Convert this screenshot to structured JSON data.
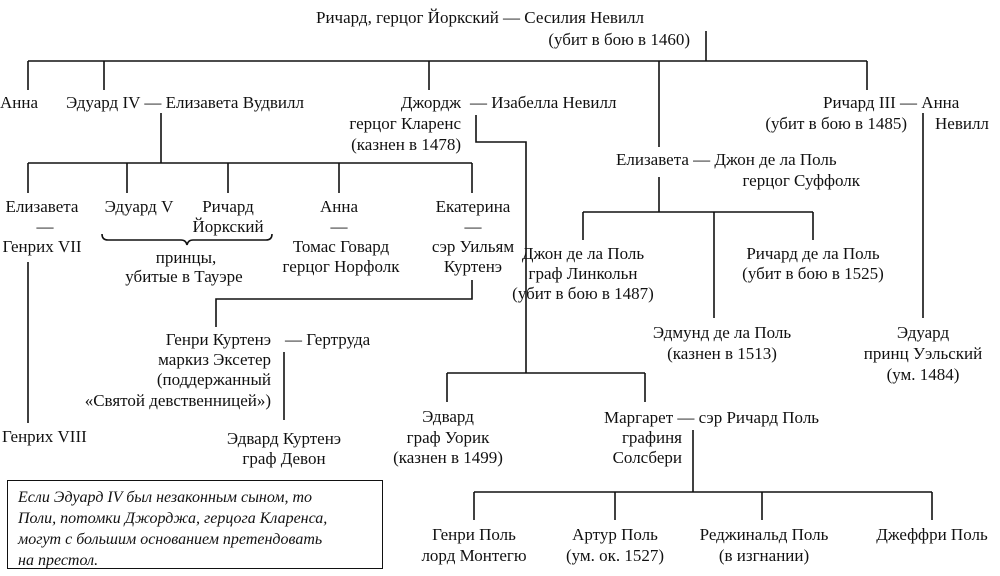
{
  "top": {
    "couple": "Ричард, герцог Йоркский  — Сесилия Невилл",
    "note": "(убит в бою в 1460)"
  },
  "gen2": {
    "anna": "Анна",
    "edward4": "Эдуард IV — Елизавета Вудвилл",
    "george": "Джордж",
    "isabella": "— Изабелла Невилл",
    "george_title": "герцог Кларенс",
    "george_note": "(казнен в 1478)",
    "elizabeth": "Елизавета — Джон де ла Поль",
    "suffolk": "герцог Суффолк",
    "richard3": "Ричард III — Анна",
    "richard3_note": "(убит в бою в 1485)",
    "neville": "Невилл"
  },
  "edward_children": {
    "elizabeth": "Елизавета",
    "dash": "—",
    "henry7": "Генрих VII",
    "edward5": "Эдуард V",
    "richard": "Ричард",
    "richard2": "Йоркский",
    "princes1": "принцы,",
    "princes2": "убитые в Тауэре",
    "anne": "Анна",
    "howard1": "Томас Говард",
    "howard2": "герцог Норфолк",
    "catherine": "Екатерина",
    "courtenay1": "сэр Уильям",
    "courtenay2": "Куртенэ"
  },
  "courtenay": {
    "henry": "Генри Куртенэ",
    "gertrude": "— Гертруда",
    "l2": "маркиз Эксетер",
    "l3": "(поддержанный",
    "l4": "«Святой девственницей»)",
    "edward1": "Эдвард Куртенэ",
    "edward2": "граф Девон"
  },
  "henry8": "Генрих VIII",
  "warwick": [
    "Эдвард",
    "граф Уорик",
    "(казнен в 1499)"
  ],
  "margaret": {
    "couple": "Маргарет — сэр Ричард Поль",
    "l2": "графиня",
    "l3": "Солсбери"
  },
  "pole_children": [
    {
      "l1": "Генри Поль",
      "l2": "лорд Монтегю"
    },
    {
      "l1": "Артур Поль",
      "l2": "(ум. ок. 1527)"
    },
    {
      "l1": "Реджинальд Поль",
      "l2": "(в изгнании)"
    },
    {
      "l1": "Джеффри Поль"
    }
  ],
  "delapole": {
    "john": [
      "Джон де ла Поль",
      "граф Линкольн",
      "(убит в бою в 1487)"
    ],
    "richard": [
      "Ричард де ла Поль",
      "(убит в бою в 1525)"
    ],
    "edmund": [
      "Эдмунд де ла Поль",
      "(казнен в 1513)"
    ]
  },
  "prince_wales": [
    "Эдуард",
    "принц Уэльский",
    "(ум. 1484)"
  ],
  "note": [
    "Если Эдуард IV был незаконным сыном, то",
    "Поли, потомки Джорджа, герцога Кларенса,",
    "могут с большим основанием претендовать",
    "на престол."
  ]
}
